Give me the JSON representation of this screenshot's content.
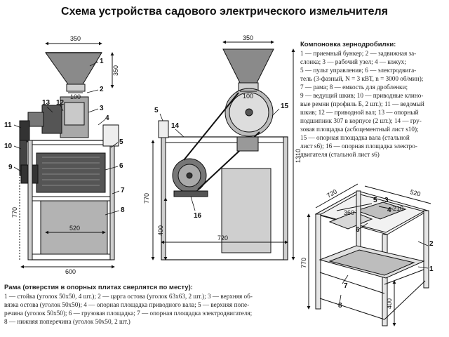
{
  "title": "Схема устройства садового электрического измельчителя",
  "front_view": {
    "dims": {
      "hopper_top": "350",
      "hopper_h": "350",
      "hopper_bottom": "100",
      "height_frame": "770",
      "platform": "520",
      "width": "600"
    },
    "labels": [
      "1",
      "2",
      "3",
      "13",
      "12",
      "4",
      "11",
      "5",
      "10",
      "6",
      "9",
      "7",
      "8"
    ]
  },
  "side_view": {
    "dims": {
      "hopper_top": "350",
      "hopper_bottom": "100",
      "total_h": "1310",
      "frame_h": "770",
      "lower_h": "400",
      "width": "720"
    },
    "labels": [
      "5",
      "14",
      "15",
      "16"
    ]
  },
  "iso_view": {
    "dims": {
      "d720": "720",
      "d520": "520",
      "d360": "360",
      "d210": "210",
      "d770": "770",
      "d400": "400"
    },
    "labels": [
      "5",
      "3",
      "4",
      "2",
      "6",
      "1",
      "7",
      "8"
    ]
  },
  "legend_right": {
    "title": "Компоновка зернодробилки:",
    "lines": [
      "1 — приемный бункер; 2 — задвижная за-",
      "слонка; 3 — рабочий узел; 4 — кожух;",
      "5 — пульт управления; 6 — электродвига-",
      "тель (3-фазный, N = 3 кВТ, n = 3000 об/мин);",
      "7 — рама; 8 — емкость для дробленки;",
      "9 — ведущий шкив; 10 — приводные клино-",
      "вые ремни (профиль Б, 2 шт.); 11 — ведомый",
      "шкив; 12 — приводной вал; 13 — опорный",
      "подшипник 307 в корпусе (2 шт.); 14 — гру-",
      "зовая площадка (асбоцементный лист s10);",
      "15 — опорная площадка вала (стальной",
      "лист s6); 16 — опорная площадка электро-",
      "двигателя (стальной лист s6)"
    ]
  },
  "legend_bottom": {
    "title": "Рама (отверстия в опорных плитах сверлятся по месту):",
    "lines": [
      "1 — стойка (уголок 50х50, 4 шт.); 2 — царга остова (уголок 63х63, 2 шт.); 3 — верхняя об-",
      "вязка остова (уголок 50х50); 4 — опорная площадка приводного вала; 5 — верхняя попе-",
      "речина (уголок 50х50); 6 — грузовая площадка; 7 — опорная площадка электродвигателя;",
      "8 — нижняя поперечина (уголок 50х50, 2 шт.)"
    ]
  }
}
